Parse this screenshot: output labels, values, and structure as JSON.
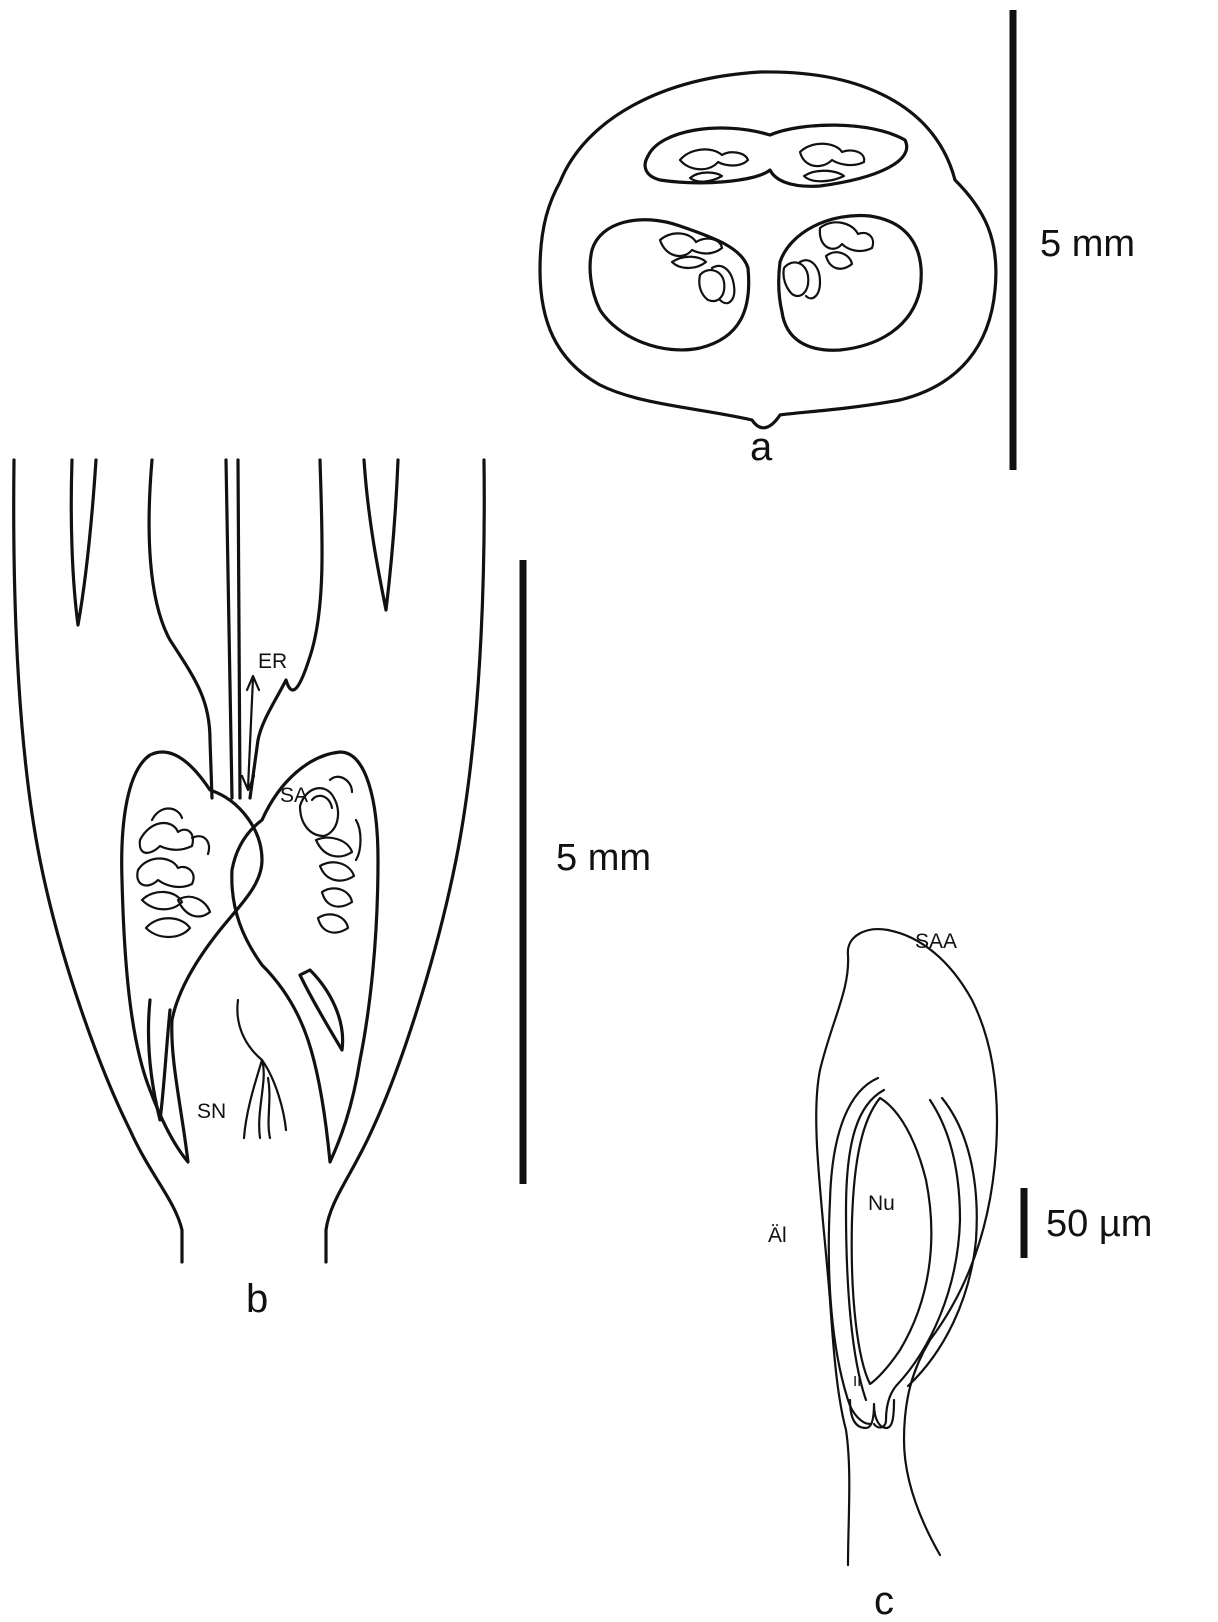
{
  "panels": {
    "a": {
      "label": "a",
      "scale": "5 mm"
    },
    "b": {
      "label": "b",
      "scale": "5 mm",
      "annotations": {
        "er": "ER",
        "sa": "SA",
        "sn": "SN"
      }
    },
    "c": {
      "label": "c",
      "scale": "50 µm",
      "annotations": {
        "saa": "SAA",
        "nu": "Nu",
        "al": "Äl",
        "ii": "II"
      }
    }
  },
  "colors": {
    "ink": "#111111",
    "background": "#ffffff"
  }
}
